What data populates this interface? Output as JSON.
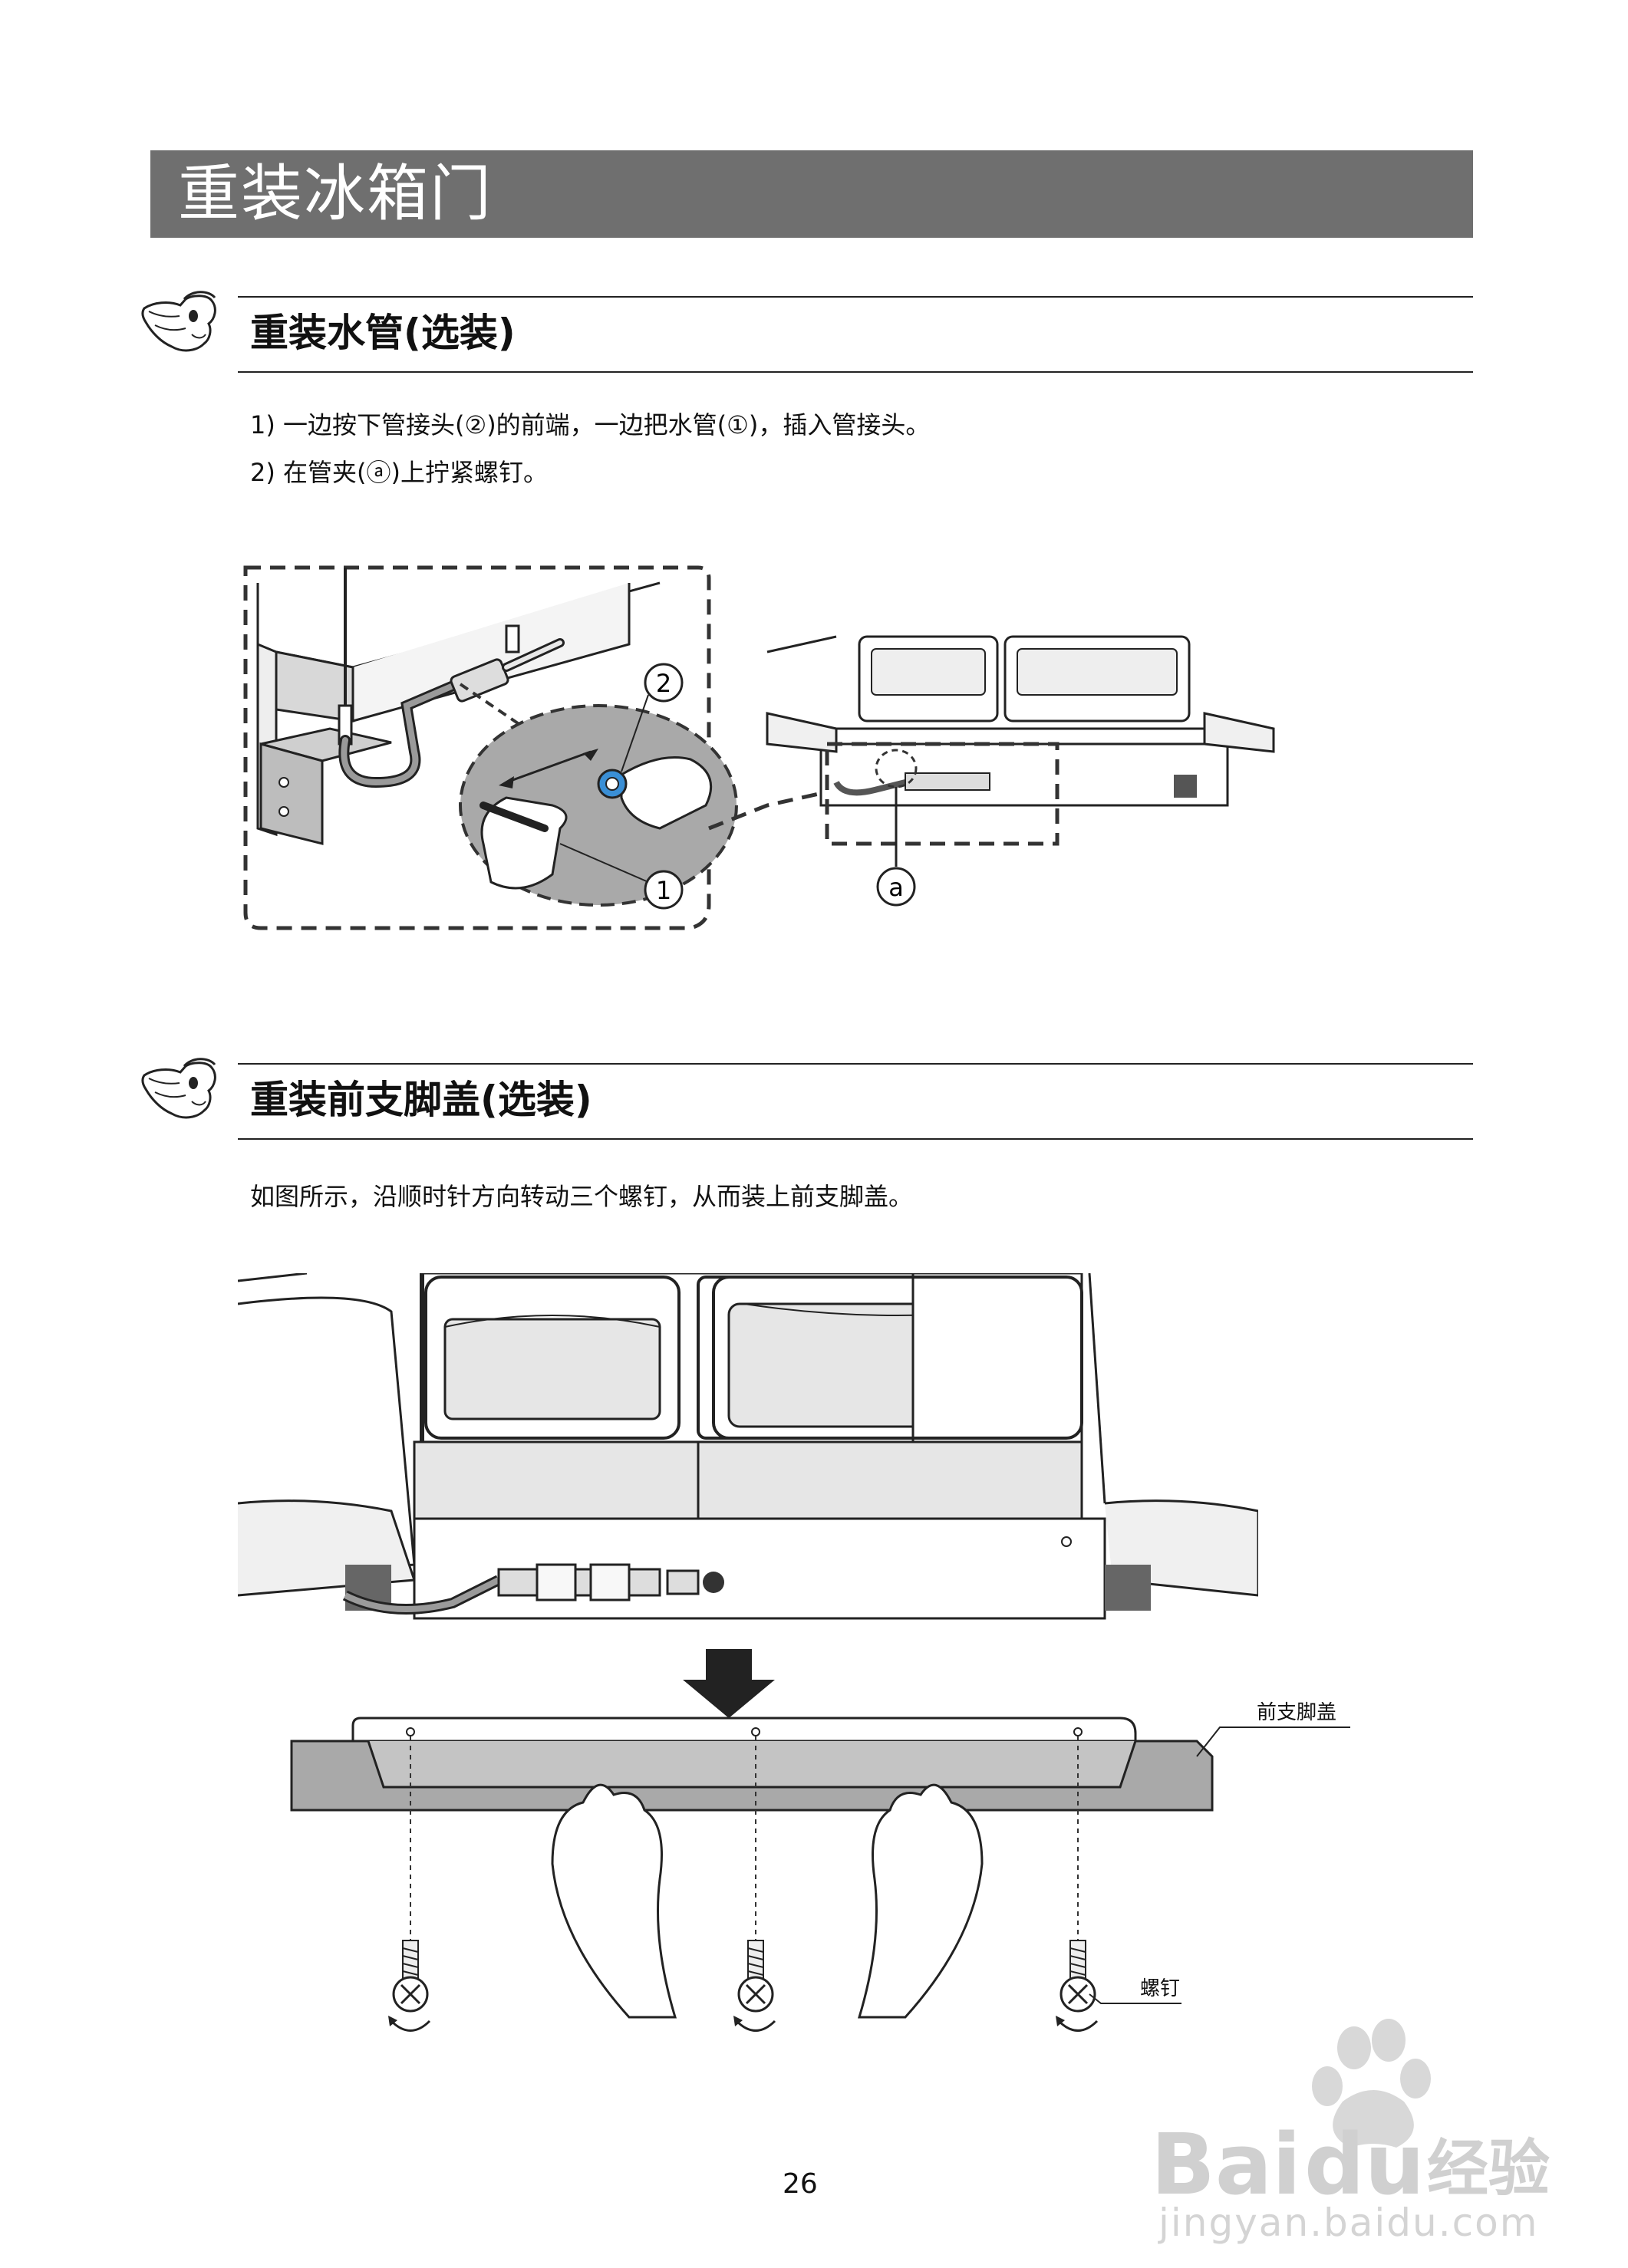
{
  "page": {
    "title": "重装冰箱门",
    "page_number": "26"
  },
  "section1": {
    "heading": "重装水管(选装)",
    "steps": [
      "1) 一边按下管接头(②)的前端，一边把水管(①)，插入管接头。",
      "2) 在管夹(ⓐ)上拧紧螺钉。"
    ],
    "callouts": {
      "c2": "2",
      "c1": "1",
      "ca": "a"
    }
  },
  "section2": {
    "heading": "重装前支脚盖(选装)",
    "instruction": "如图所示，沿顺时针方向转动三个螺钉，从而装上前支脚盖。",
    "labels": {
      "cover": "前支脚盖",
      "screw": "螺钉"
    }
  },
  "watermark": {
    "brand": "Bai",
    "brand2": "du",
    "brand_cn": "经验",
    "url": "jingyan.baidu.com"
  },
  "colors": {
    "banner_bg": "#6f6f6f",
    "banner_text": "#ffffff",
    "line": "#222222",
    "fill_gray": "#a9a9a9",
    "light_gray": "#e6e6e6"
  },
  "icons": {
    "mascot": "pointing-hand-mascot-icon",
    "arrow": "down-arrow-icon",
    "rotate": "clockwise-rotate-icon"
  }
}
